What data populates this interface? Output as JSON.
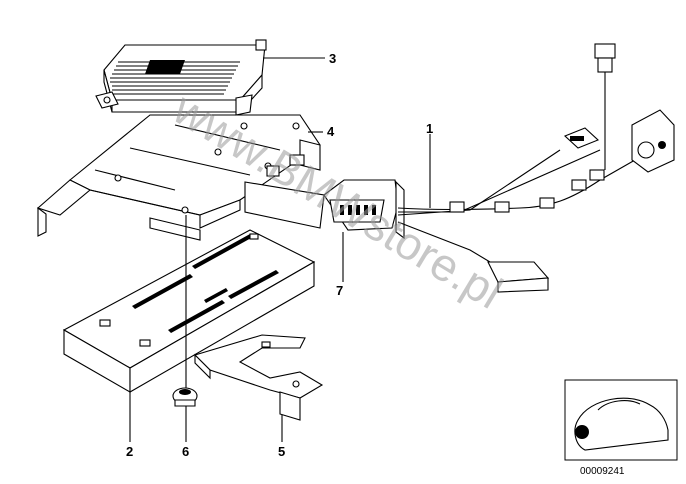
{
  "diagram": {
    "callouts": {
      "c1": "1",
      "c2": "2",
      "c3": "3",
      "c4": "4",
      "c5": "5",
      "c6": "6",
      "c7": "7"
    },
    "inset_number": "00009241",
    "watermark": "www.BMWstore.pl"
  }
}
